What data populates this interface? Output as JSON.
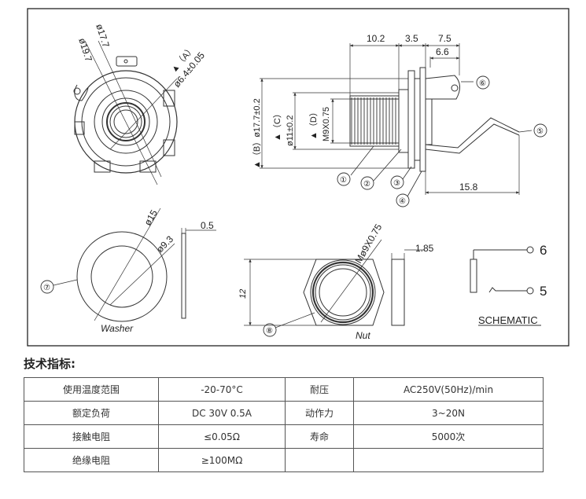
{
  "drawing": {
    "front_view": {
      "dim_outer": "ø19.7",
      "dim_flange": "ø17.7",
      "dim_a": "▲（A）",
      "dim_bore": "ø6.4±0.05"
    },
    "side_view": {
      "dim_top_1": "10.2",
      "dim_top_2": "3.5",
      "dim_top_3": "7.5",
      "dim_top_4": "6.6",
      "dim_b": "▲（B）ø17.7±0.2",
      "dim_c_tag": "▲（C）",
      "dim_c": "ø11±0.2",
      "dim_d_tag": "▲（D）",
      "dim_d": "M9X0.75",
      "dim_bottom": "15.8",
      "callouts": [
        "①",
        "②",
        "③",
        "④",
        "⑤",
        "⑥"
      ]
    },
    "washer": {
      "dim_outer": "ø15",
      "dim_inner": "ø9.3",
      "dim_thickness": "0.5",
      "callout": "⑦",
      "label": "Washer"
    },
    "nut": {
      "dim_thread": "Mø9X0.75",
      "dim_height": "12",
      "dim_thickness": "1.85",
      "callout": "⑧",
      "label": "Nut"
    },
    "schematic": {
      "pin_top": "6",
      "pin_bottom": "5",
      "title": "SCHEMATIC"
    }
  },
  "specs": {
    "heading": "技术指标:",
    "rows": [
      [
        "使用温度范围",
        "-20-70°C",
        "耐压",
        "AC250V(50Hz)/min"
      ],
      [
        "额定负荷",
        "DC 30V 0.5A",
        "动作力",
        "3~20N"
      ],
      [
        "接触电阻",
        "≤0.05Ω",
        "寿命",
        "5000次"
      ],
      [
        "绝缘电阻",
        "≥100MΩ",
        "",
        ""
      ]
    ]
  }
}
